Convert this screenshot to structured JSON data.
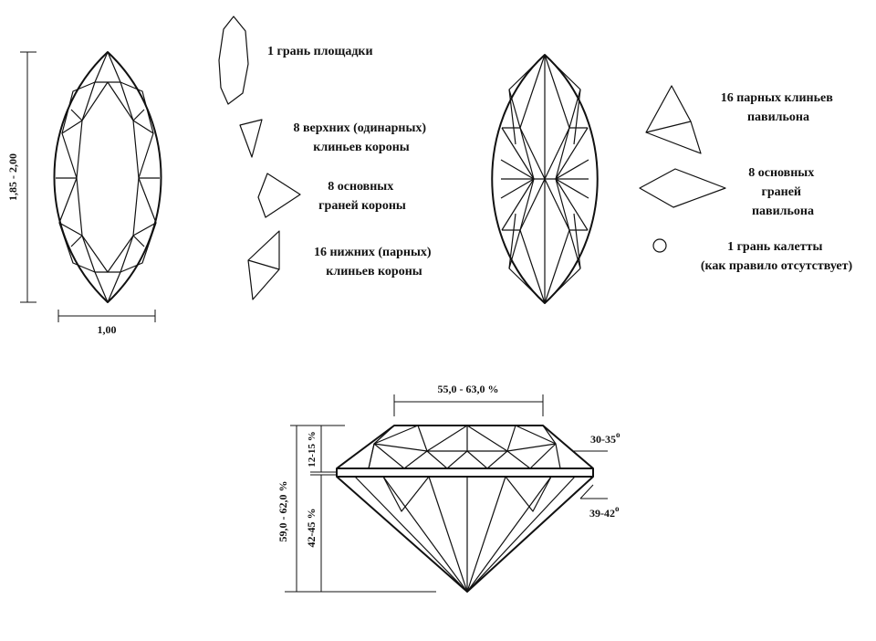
{
  "crown_view": {
    "width_label": "1,00",
    "length_label": "1,85 - 2,00"
  },
  "crown_facets": [
    {
      "id": "table",
      "lines": [
        "1 грань площадки"
      ]
    },
    {
      "id": "star",
      "lines": [
        "8 верхних (одинарных)",
        "клиньев короны"
      ]
    },
    {
      "id": "bezel",
      "lines": [
        "8 основных",
        "граней короны"
      ]
    },
    {
      "id": "upper-girdle",
      "lines": [
        "16 нижних (парных)",
        "клиньев короны"
      ]
    }
  ],
  "pavilion_facets": [
    {
      "id": "lower-girdle",
      "lines": [
        "16 парных клиньев",
        "павильона"
      ]
    },
    {
      "id": "pavilion-main",
      "lines": [
        "8 основных",
        "граней",
        "павильона"
      ]
    },
    {
      "id": "culet",
      "lines": [
        "1 грань калетты",
        "(как правило отсутствует)"
      ]
    }
  ],
  "profile": {
    "table_pct": "55,0 - 63,0 %",
    "total_depth_pct": "59,0 - 62,0 %",
    "crown_height_pct": "12-15 %",
    "pavilion_depth_pct": "42-45 %",
    "crown_angle": "30-35",
    "pavilion_angle": "39-42",
    "degree_sign": "o"
  }
}
